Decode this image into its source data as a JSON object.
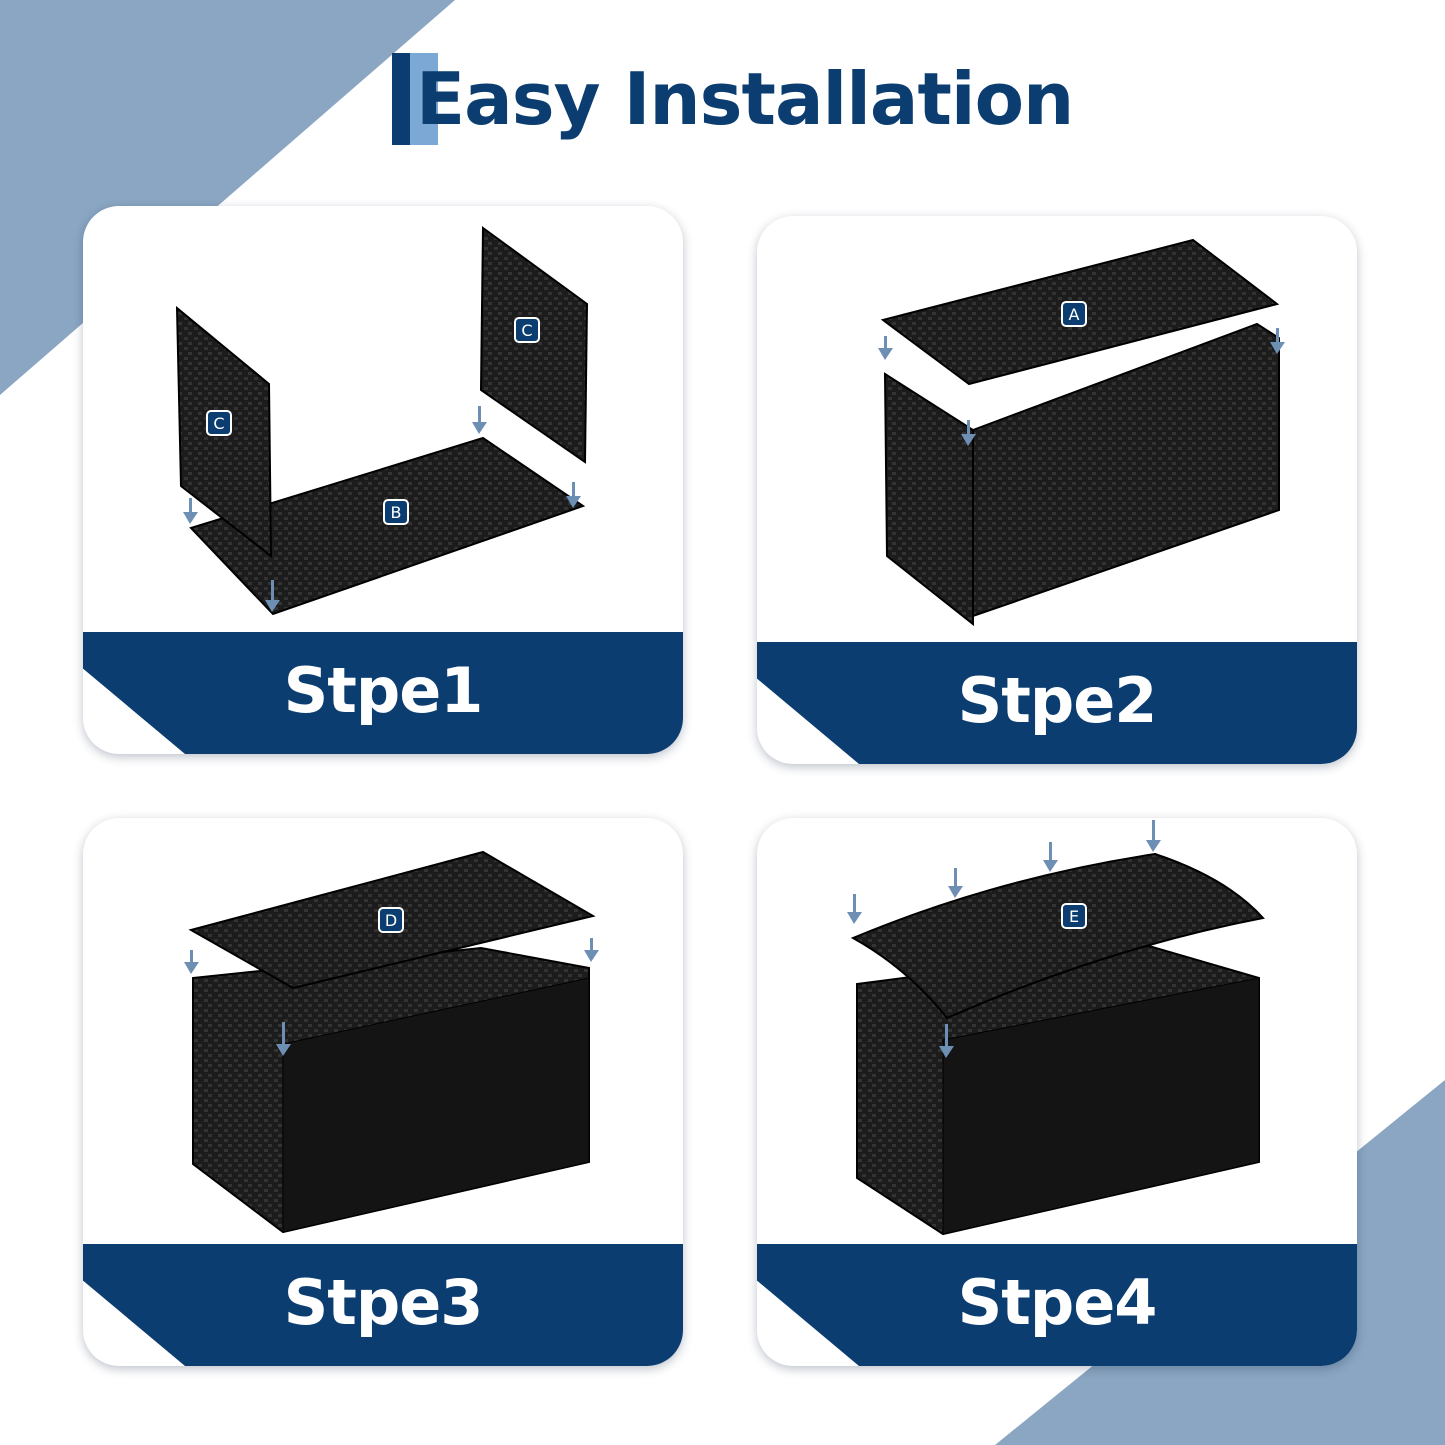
{
  "page": {
    "title": "Easy Installation"
  },
  "steps": [
    {
      "label": "Stpe1",
      "parts": [
        "C",
        "C",
        "B"
      ]
    },
    {
      "label": "Stpe2",
      "parts": [
        "A"
      ]
    },
    {
      "label": "Stpe3",
      "parts": [
        "D"
      ]
    },
    {
      "label": "Stpe4",
      "parts": [
        "E"
      ]
    }
  ],
  "colors": {
    "navy": "#0b3d70",
    "accent_light": "#6e9fd0",
    "background_slate": "#8aa6c2",
    "panel_black": "#1a1a1a"
  }
}
